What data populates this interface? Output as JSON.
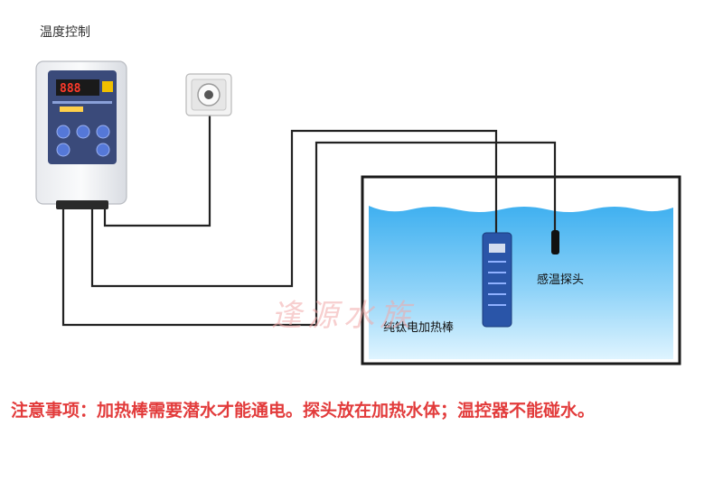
{
  "title": "温度控制",
  "labels": {
    "heater": "纯钛电加热棒",
    "probe": "感温探头"
  },
  "watermark": "逢源水族",
  "notice": "注意事项：加热棒需要潜水才能通电。探头放在加热水体；温控器不能碰水。",
  "colors": {
    "notice": "#e23b3b",
    "water_top": "#3fb0f0",
    "water_bottom": "#cdeefe",
    "heater": "#2a55a8",
    "wire": "#222222"
  }
}
